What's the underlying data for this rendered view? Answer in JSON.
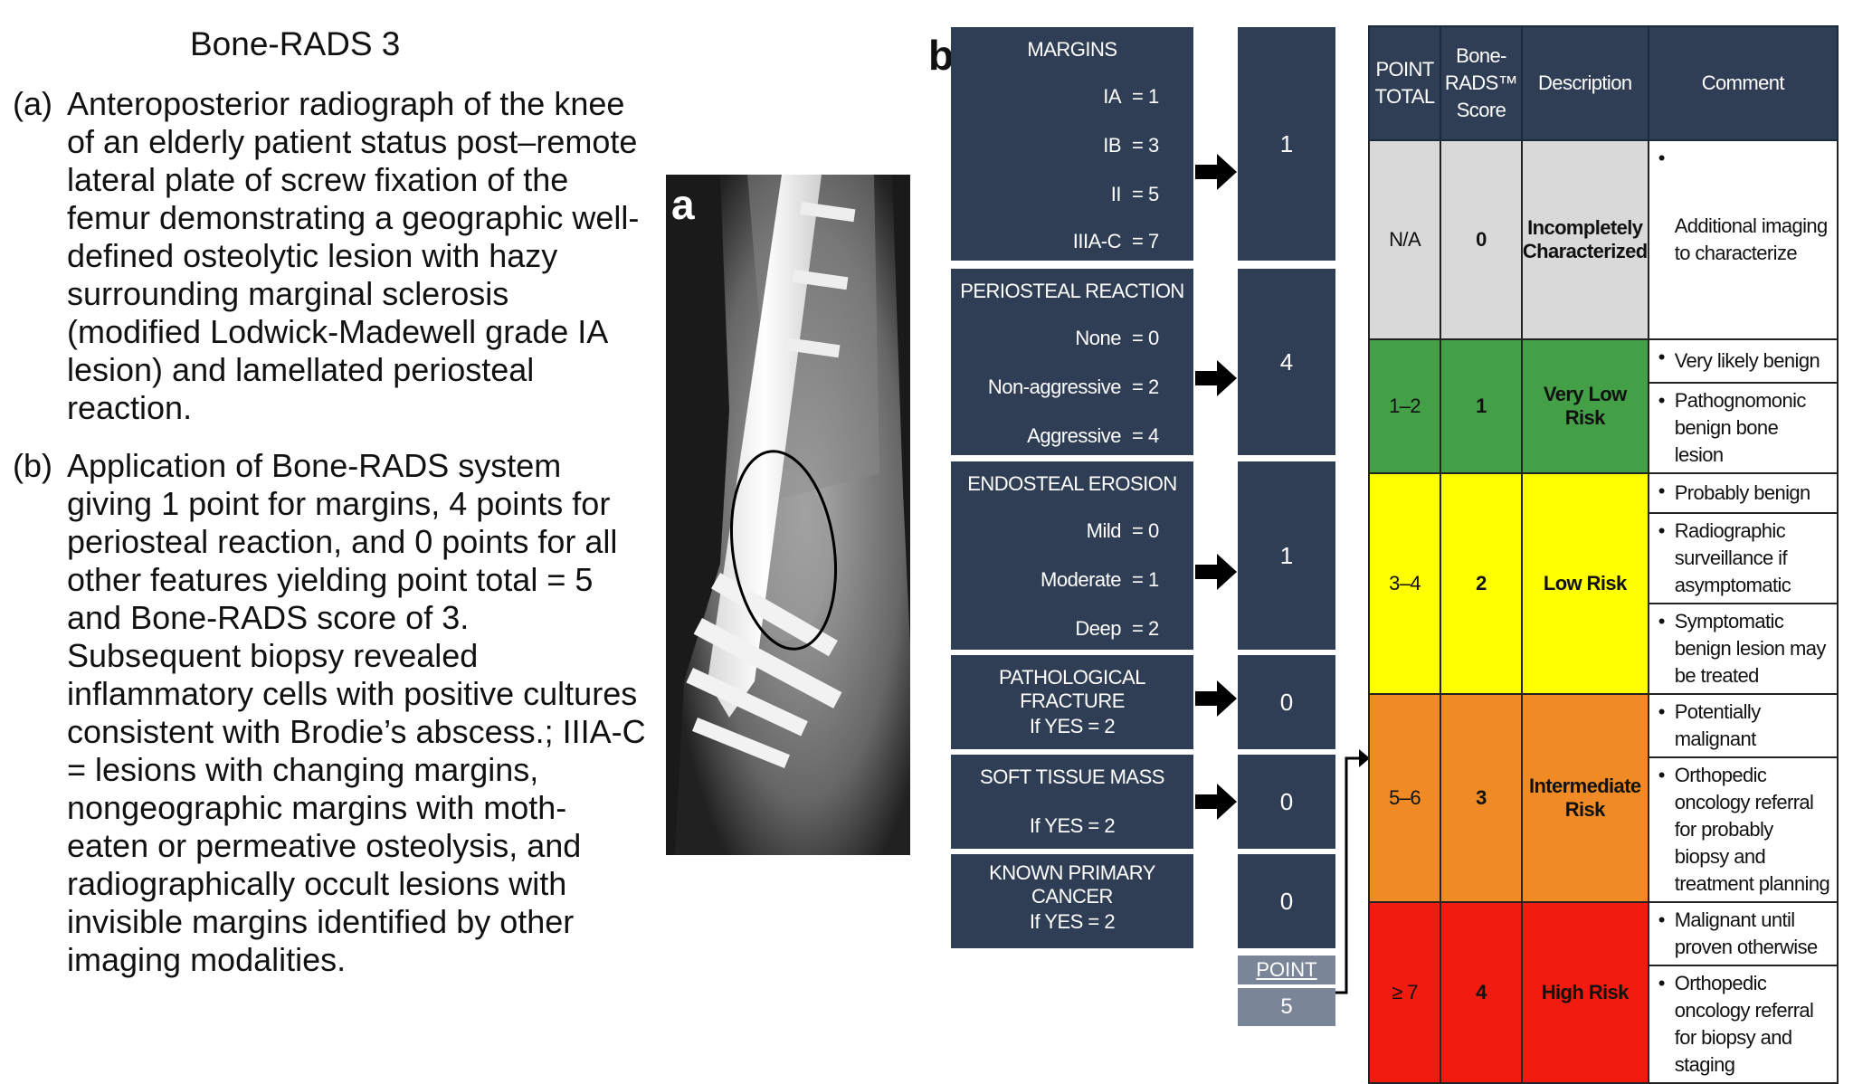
{
  "caption": {
    "title": "Bone-RADS 3",
    "a_label": "(a)",
    "a_text": "Anteroposterior radiograph of the knee of an elderly patient status post–remote lateral plate of screw fixation of the femur demonstrating a geographic well-defined osteolytic lesion with hazy surrounding marginal sclerosis (modified Lodwick-Madewell grade IA lesion) and lamellated periosteal reaction.",
    "b_label": "(b)",
    "b_text": "Application of Bone-RADS system giving 1 point for margins, 4 points for periosteal reaction, and 0 points for all other features yielding point total = 5 and Bone-RADS score of 3. Subsequent biopsy revealed inflammatory cells with positive cultures consistent with Brodie’s abscess.; IIIA-C = lesions with changing margins, nongeographic margins with moth-eaten or permeative osteolysis, and radiographically occult lesions with invisible margins identified by other imaging modalities."
  },
  "panel_a": {
    "label": "a"
  },
  "panel_b": {
    "label": "b",
    "features": [
      {
        "title": "MARGINS",
        "options": [
          {
            "name": "IA",
            "points": "= 1"
          },
          {
            "name": "IB",
            "points": "= 3"
          },
          {
            "name": "II",
            "points": "= 5"
          },
          {
            "name": "IIIA-C",
            "points": "= 7"
          }
        ],
        "score": "1"
      },
      {
        "title": "PERIOSTEAL REACTION",
        "options": [
          {
            "name": "None",
            "points": "= 0"
          },
          {
            "name": "Non-aggressive",
            "points": "= 2"
          },
          {
            "name": "Aggressive",
            "points": "= 4"
          }
        ],
        "score": "4"
      },
      {
        "title": "ENDOSTEAL EROSION",
        "options": [
          {
            "name": "Mild",
            "points": "= 0"
          },
          {
            "name": "Moderate",
            "points": "= 1"
          },
          {
            "name": "Deep",
            "points": "= 2"
          }
        ],
        "score": "1"
      },
      {
        "title": "PATHOLOGICAL FRACTURE",
        "condition": "If YES = 2",
        "score": "0"
      },
      {
        "title": "SOFT TISSUE MASS",
        "condition": "If YES = 2",
        "score": "0"
      },
      {
        "title": "KNOWN PRIMARY CANCER",
        "condition": "If YES = 2",
        "score": "0"
      }
    ],
    "point_total_label": "POINT TOTAL",
    "point_total_value": "5",
    "table": {
      "headers": [
        "POINT TOTAL",
        "Bone-RADS™ Score",
        "Description",
        "Comment"
      ],
      "rows": [
        {
          "total": "N/A",
          "score": "0",
          "description": "Incompletely Characterized",
          "color": "#d9d9d9",
          "comments": [
            "Additional imaging to characterize"
          ]
        },
        {
          "total": "1–2",
          "score": "1",
          "description": "Very Low Risk",
          "color": "#43a047",
          "comments": [
            "Very likely benign",
            "Pathognomonic benign bone lesion"
          ]
        },
        {
          "total": "3–4",
          "score": "2",
          "description": "Low Risk",
          "color": "#ffff00",
          "comments": [
            "Probably benign",
            "Radiographic surveillance if asymptomatic",
            "Symptomatic benign lesion may be treated"
          ]
        },
        {
          "total": "5–6",
          "score": "3",
          "description": "Intermediate Risk",
          "color": "#f08a24",
          "comments": [
            "Potentially malignant",
            "Orthopedic oncology referral for probably biopsy and treatment planning"
          ]
        },
        {
          "total": "≥ 7",
          "score": "4",
          "description": "High Risk",
          "color": "#f21b0f",
          "comments": [
            "Malignant until proven otherwise",
            "Orthopedic oncology referral for biopsy and staging"
          ]
        }
      ]
    }
  }
}
